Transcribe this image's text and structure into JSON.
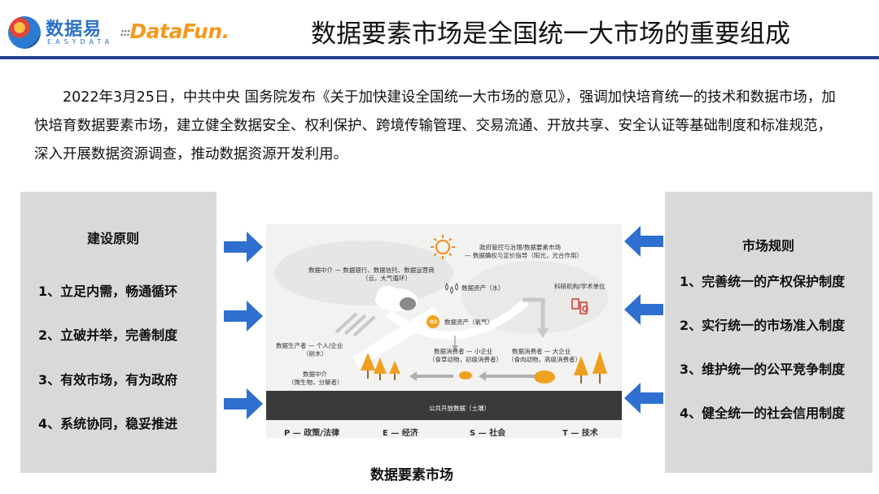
{
  "header": {
    "logo_cn": "数据易",
    "logo_en": "EASYDATA",
    "logo_datafun": "DataFun.",
    "title": "数据要素市场是全国统一大市场的重要组成"
  },
  "intro": "2022年3月25日，中共中央 国务院发布《关于加快建设全国统一大市场的意见》，强调加快培育统一的技术和数据市场，加快培育数据要素市场，建立健全数据安全、权利保护、跨境传输管理、交易流通、开放共享、安全认证等基础制度和标准规范，深入开展数据资源调查，推动数据资源开发利用。",
  "left_panel": {
    "heading": "建设原则",
    "items": [
      "1、立足内需，畅通循环",
      "2、立破并举，完善制度",
      "3、有效市场，有为政府",
      "4、系统协同，稳妥推进"
    ]
  },
  "right_panel": {
    "heading": "市场规则",
    "items": [
      "1、完善统一的产权保护制度",
      "2、实行统一的市场准入制度",
      "3、维护统一的公平竞争制度",
      "4、健全统一的社会信用制度"
    ]
  },
  "diagram": {
    "caption": "数据要素市场",
    "gov_line1": "政府管控与治理/数据要素市场",
    "gov_line2": "— 数据确权与定价指导（阳光，光合作用）",
    "intermediary_line1": "数据中介 — 数据银行、数据信托、数据运营商",
    "intermediary_line2": "（云，大气循环）",
    "asset_water": "数据资产（水）",
    "asset_oxygen": "数据资产（氧气）",
    "oxygen_symbol": "O2",
    "research": "科研机构/学术单位",
    "producer_line1": "数据生产者 — 个人/企业",
    "producer_line2": "（树木）",
    "consumer_small_line1": "数据消费者 — 小企业",
    "consumer_small_line2": "（食草动物，初级消费者）",
    "consumer_large_line1": "数据消费者 — 大企业",
    "consumer_large_line2": "（食肉动物，高级消费者）",
    "intermediary2_line1": "数据中介",
    "intermediary2_line2": "（微生物，分解者）",
    "soil": "公共开放数据（土壤）",
    "pest": [
      "P — 政策/法律",
      "E — 经济",
      "S — 社会",
      "T — 技术"
    ]
  },
  "colors": {
    "title_rule": "#24408e",
    "arrow": "#2f6fd0",
    "panel_bg": "#d9d9d9",
    "tree": "#f0a020",
    "soil": "#3a3a3a"
  }
}
